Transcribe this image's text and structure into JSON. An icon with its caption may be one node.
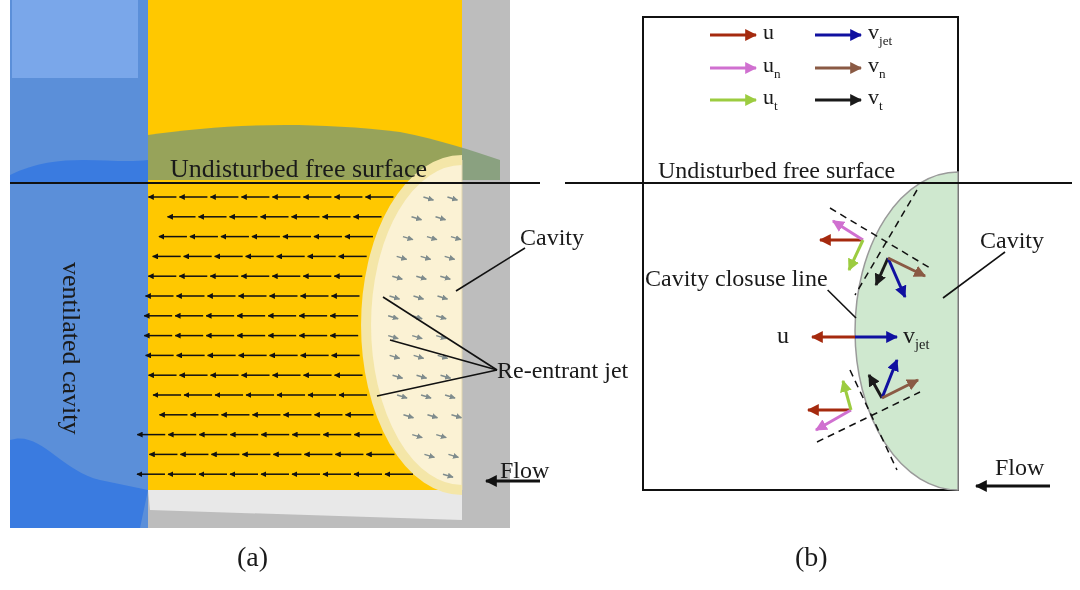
{
  "diagram": {
    "nodes": [
      {
        "text": [
          "Cavity"
        ]
      },
      {
        "text": [
          "Re-entrant jet"
        ]
      },
      {
        "text": [
          "Cavity"
        ]
      },
      {
        "text": [
          "Cavity closuse line"
        ]
      },
      {
        "text": [],
        "shape": "semicircle"
      }
    ],
    "edges": [
      {
        "from": 0,
        "to": null,
        "arrow": "none"
      },
      {
        "from": 1,
        "to": null,
        "arrow": "none"
      },
      {
        "from": 1,
        "to": null,
        "arrow": "none"
      },
      {
        "from": 1,
        "to": null,
        "arrow": "none"
      },
      {
        "from": 2,
        "to": 4,
        "arrow": "none"
      },
      {
        "from": 3,
        "to": 4,
        "arrow": "none"
      }
    ],
    "labels": [
      "Undisturbed free surface",
      "ventilated cavity",
      "Flow",
      "(a)",
      "Undisturbed free surface",
      "u",
      "v$_{jet}$",
      "Flow",
      "(b)"
    ],
    "legend": [
      {
        "text": "u"
      },
      {
        "text": "v$_{jet}$"
      },
      {
        "text": "u$_{n}$"
      },
      {
        "text": "v$_{n}$"
      },
      {
        "text": "u$_{t}$"
      },
      {
        "text": "v$_{t}$"
      }
    ]
  }
}
